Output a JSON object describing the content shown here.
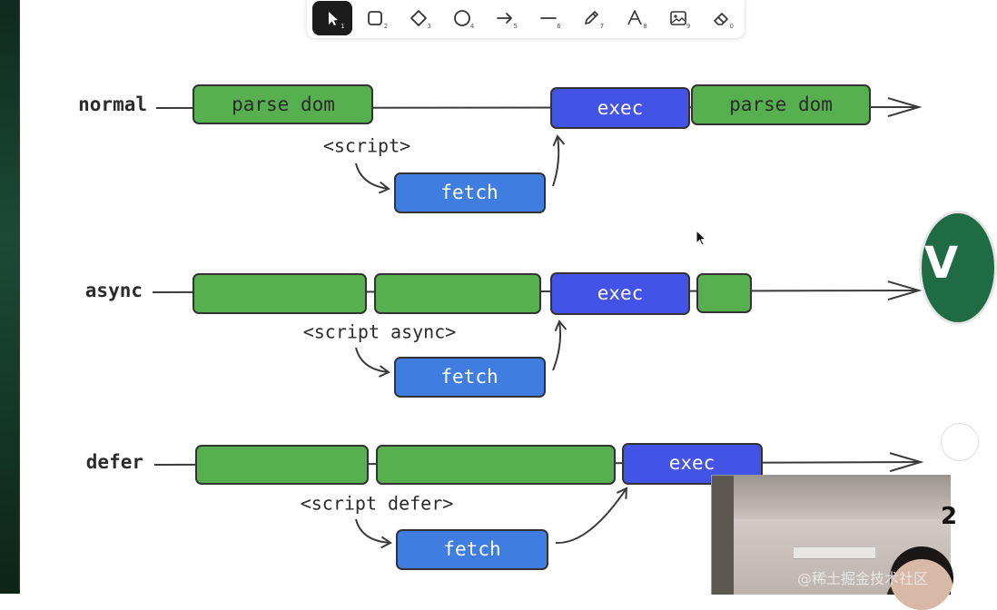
{
  "toolbar": {
    "tools": [
      {
        "icon": "selection-arrow-icon",
        "shortcut": "1",
        "active": true
      },
      {
        "icon": "rectangle-icon",
        "shortcut": "2"
      },
      {
        "icon": "diamond-icon",
        "shortcut": "3"
      },
      {
        "icon": "ellipse-icon",
        "shortcut": "4"
      },
      {
        "icon": "arrow-icon",
        "shortcut": "5"
      },
      {
        "icon": "line-icon",
        "shortcut": "6"
      },
      {
        "icon": "pencil-icon",
        "shortcut": "7"
      },
      {
        "icon": "text-icon",
        "shortcut": "8"
      },
      {
        "icon": "image-icon",
        "shortcut": "9"
      },
      {
        "icon": "eraser-icon",
        "shortcut": "0"
      }
    ]
  },
  "colors": {
    "green_box": "#56b04f",
    "blue_exec": "#4353e6",
    "blue_fetch": "#3f7ee0",
    "stroke": "#3a3a3a"
  },
  "diagram": {
    "normal": {
      "label": "normal",
      "box1": "parse dom",
      "exec": "exec",
      "box2": "parse dom",
      "tag": "<script>",
      "fetch": "fetch"
    },
    "async": {
      "label": "async",
      "exec": "exec",
      "tag": "<script async>",
      "fetch": "fetch"
    },
    "defer": {
      "label": "defer",
      "exec": "exec",
      "tag": "<script defer>",
      "fetch": "fetch"
    }
  },
  "webcam": {
    "digit": "2"
  },
  "watermark": "@稀土掘金技术社区"
}
